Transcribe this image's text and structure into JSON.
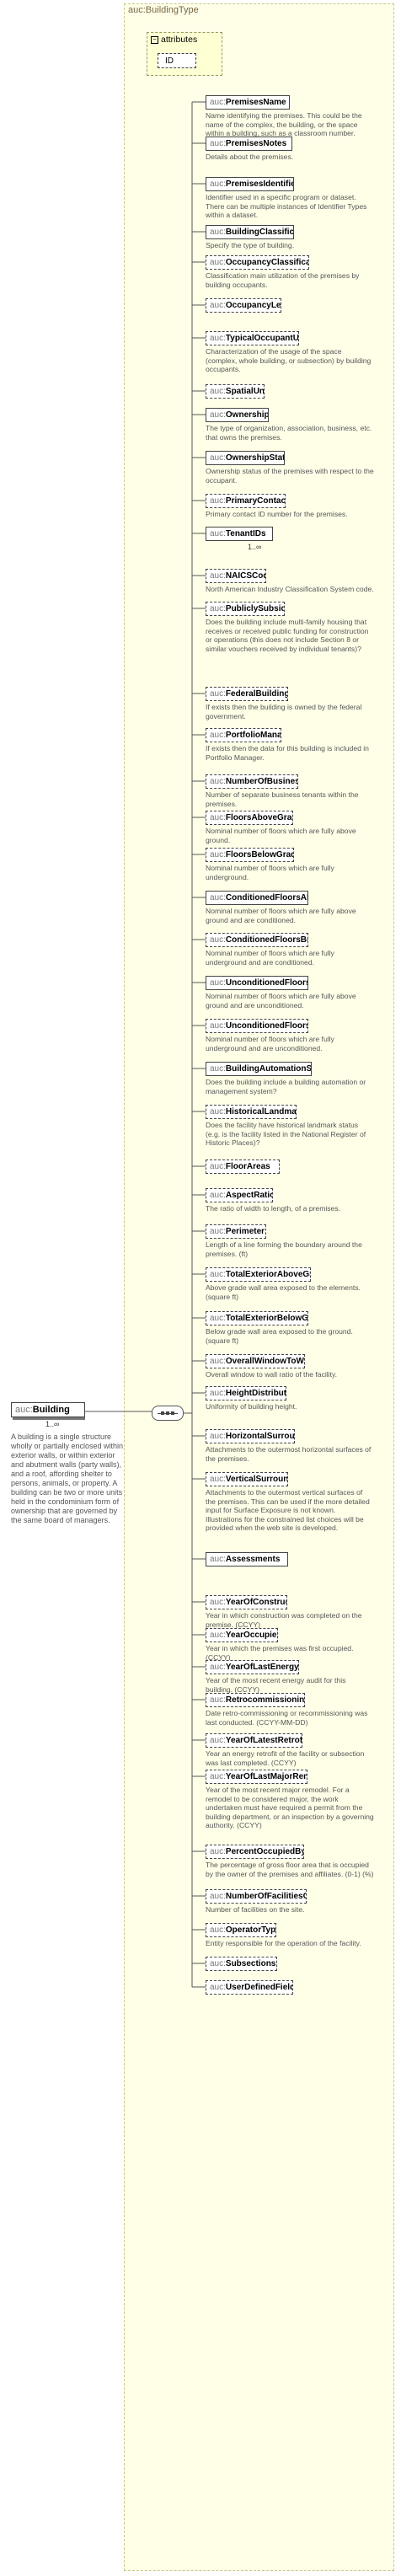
{
  "type_name": "auc:BuildingType",
  "attributes": {
    "title": "attributes",
    "items": [
      "ID"
    ]
  },
  "root": {
    "prefix": "auc:",
    "name": "Building",
    "cardinality": "1..∞",
    "doc": "A building is a single structure wholly or partially enclosed within exterior walls, or within exterior and abutment walls (party walls), and a roof, affording shelter to persons, animals, or property. A building can be two or more units held in the condominium form of ownership that are governed by the same board of managers."
  },
  "prefix": "auc:",
  "elements": [
    {
      "name": "PremisesName",
      "doc": "Name identifying the premises. This could be the name of the complex, the building, or the space within a building, such as a classroom number."
    },
    {
      "name": "PremisesNotes",
      "doc": "Details about the premises."
    },
    {
      "name": "PremisesIdentifiers",
      "doc": "Identifier used in a specific program or dataset. There can be multiple instances of Identifier Types within a dataset."
    },
    {
      "name": "BuildingClassification",
      "doc": "Specify the type of building."
    },
    {
      "name": "OccupancyClassification",
      "doc": "Classification main utilization of the premises by building occupants."
    },
    {
      "name": "OccupancyLevels",
      "doc": ""
    },
    {
      "name": "TypicalOccupantUsages",
      "doc": "Characterization of the usage of the space (complex, whole building, or subsection) by building occupants."
    },
    {
      "name": "SpatialUnits",
      "doc": ""
    },
    {
      "name": "Ownership",
      "doc": "The type of organization, association, business, etc. that owns the premises."
    },
    {
      "name": "OwnershipStatus",
      "doc": "Ownership status of the premises with respect to the occupant."
    },
    {
      "name": "PrimaryContactID",
      "doc": "Primary contact ID number for the premises."
    },
    {
      "name": "TenantIDs",
      "doc": "",
      "card": "1..∞"
    },
    {
      "name": "NAICSCode",
      "doc": "North American Industry Classification System code."
    },
    {
      "name": "PubliclySubsidized",
      "doc": "Does the building include multi-family housing that receives or received public funding for construction or operations (this does not include Section 8 or similar vouchers received by individual tenants)?"
    },
    {
      "name": "FederalBuilding",
      "doc": "If exists then the building is owned by the federal government."
    },
    {
      "name": "PortfolioManager",
      "doc": "If exists then the data for this building is included in Portfolio Manager."
    },
    {
      "name": "NumberOfBusinesses",
      "doc": "Number of separate business tenants within the premises."
    },
    {
      "name": "FloorsAboveGrade",
      "doc": "Nominal number of floors which are fully above ground."
    },
    {
      "name": "FloorsBelowGrade",
      "doc": "Nominal number of floors which are fully underground."
    },
    {
      "name": "ConditionedFloorsAboveGr...",
      "doc": "Nominal number of floors which are fully above ground and are conditioned."
    },
    {
      "name": "ConditionedFloorsBelowGr...",
      "doc": "Nominal number of floors which are fully underground and are conditioned."
    },
    {
      "name": "UnconditionedFloorsAbove...",
      "doc": "Nominal number of floors which are fully above ground and are unconditioned."
    },
    {
      "name": "UnconditionedFloorsBelow...",
      "doc": "Nominal number of floors which are fully underground and are unconditioned."
    },
    {
      "name": "BuildingAutomationSystem",
      "doc": "Does the building include a building automation or management system?"
    },
    {
      "name": "HistoricalLandmark",
      "doc": "Does the facility have historical landmark status (e.g. is the facility listed in the National Register of Historic Places)?"
    },
    {
      "name": "FloorAreas",
      "doc": ""
    },
    {
      "name": "AspectRatio",
      "doc": "The ratio of width to length, of a premises."
    },
    {
      "name": "Perimeter",
      "doc": "Length of a line forming the boundary around the premises. (ft)"
    },
    {
      "name": "TotalExteriorAboveGradeW...",
      "doc": "Above grade wall area exposed to the elements. (square ft)"
    },
    {
      "name": "TotalExteriorBelowGradeW...",
      "doc": "Below grade wall area exposed to the ground. (square ft)"
    },
    {
      "name": "OverallWindowToWallRatio",
      "doc": "Overall window to wall ratio of the facility."
    },
    {
      "name": "HeightDistribution",
      "doc": "Uniformity of building height."
    },
    {
      "name": "HorizontalSurroundings",
      "doc": "Attachments to the outermost horizontal surfaces of the premises."
    },
    {
      "name": "VerticalSurroundings",
      "doc": "Attachments to the outermost vertical surfaces of the premises. This can be used if the more detailed input for Surface Exposure is not known. Illustrations for the constrained list choices will be provided when the web site is developed."
    },
    {
      "name": "Assessments",
      "doc": ""
    },
    {
      "name": "YearOfConstruction",
      "doc": "Year in which construction was completed on the premise. (CCYY)"
    },
    {
      "name": "YearOccupied",
      "doc": "Year in which the premises was first occupied. (CCYY)"
    },
    {
      "name": "YearOfLastEnergyAudit",
      "doc": "Year of the most recent energy audit for this building. (CCYY)"
    },
    {
      "name": "RetrocommissioningDate",
      "doc": "Date retro-commissioning or recommissioning was last conducted. (CCYY-MM-DD)"
    },
    {
      "name": "YearOfLatestRetrofit",
      "doc": "Year an energy retrofit of the facility or subsection was last completed. (CCYY)"
    },
    {
      "name": "YearOfLastMajorRemodel",
      "doc": "Year of the most recent major remodel. For a remodel to be considered major, the work undertaken must have required a permit from the building department, or an inspection by a governing authority. (CCYY)"
    },
    {
      "name": "PercentOccupiedByOwner",
      "doc": "The percentage of gross floor area that is occupied by the owner of the premises and affiliates. (0-1) (%)"
    },
    {
      "name": "NumberOfFacilitiesOnSite",
      "doc": "Number of facilities on the site."
    },
    {
      "name": "OperatorType",
      "doc": "Entity responsible for the operation of the facility."
    },
    {
      "name": "Subsections",
      "doc": ""
    },
    {
      "name": "UserDefinedFields",
      "doc": ""
    }
  ]
}
